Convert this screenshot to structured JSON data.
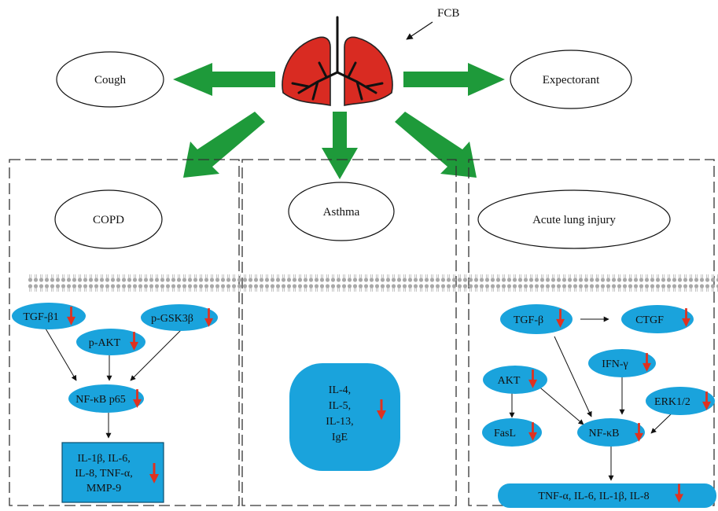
{
  "title": "FCB",
  "conditions": {
    "cough": "Cough",
    "expectorant": "Expectorant",
    "copd": "COPD",
    "asthma": "Asthma",
    "ali": "Acute lung injury"
  },
  "copd_pathway": {
    "tgfb1": "TGF-β1",
    "pakt": "p-AKT",
    "pgsk3b": "p-GSK3β",
    "nfkb_p65": "NF-κB p65",
    "outputs": [
      "IL-1β, IL-6,",
      "IL-8, TNF-α,",
      "MMP-9"
    ]
  },
  "asthma_pathway": {
    "outputs": [
      "IL-4,",
      "IL-5,",
      "IL-13,",
      "IgE"
    ]
  },
  "ali_pathway": {
    "tgfb": "TGF-β",
    "ctgf": "CTGF",
    "ifng": "IFN-γ",
    "akt": "AKT",
    "erk": "ERK1/2",
    "fasl": "FasL",
    "nfkb": "NF-κB",
    "outputs": "TNF-α, IL-6, IL-1β, IL-8"
  },
  "colors": {
    "arrow_green": "#1e9a3a",
    "lung_red": "#d92b22",
    "node_blue": "#1aa3dc",
    "down_arrow_red": "#e0311f",
    "membrane_gray": "#a9a9a9"
  }
}
